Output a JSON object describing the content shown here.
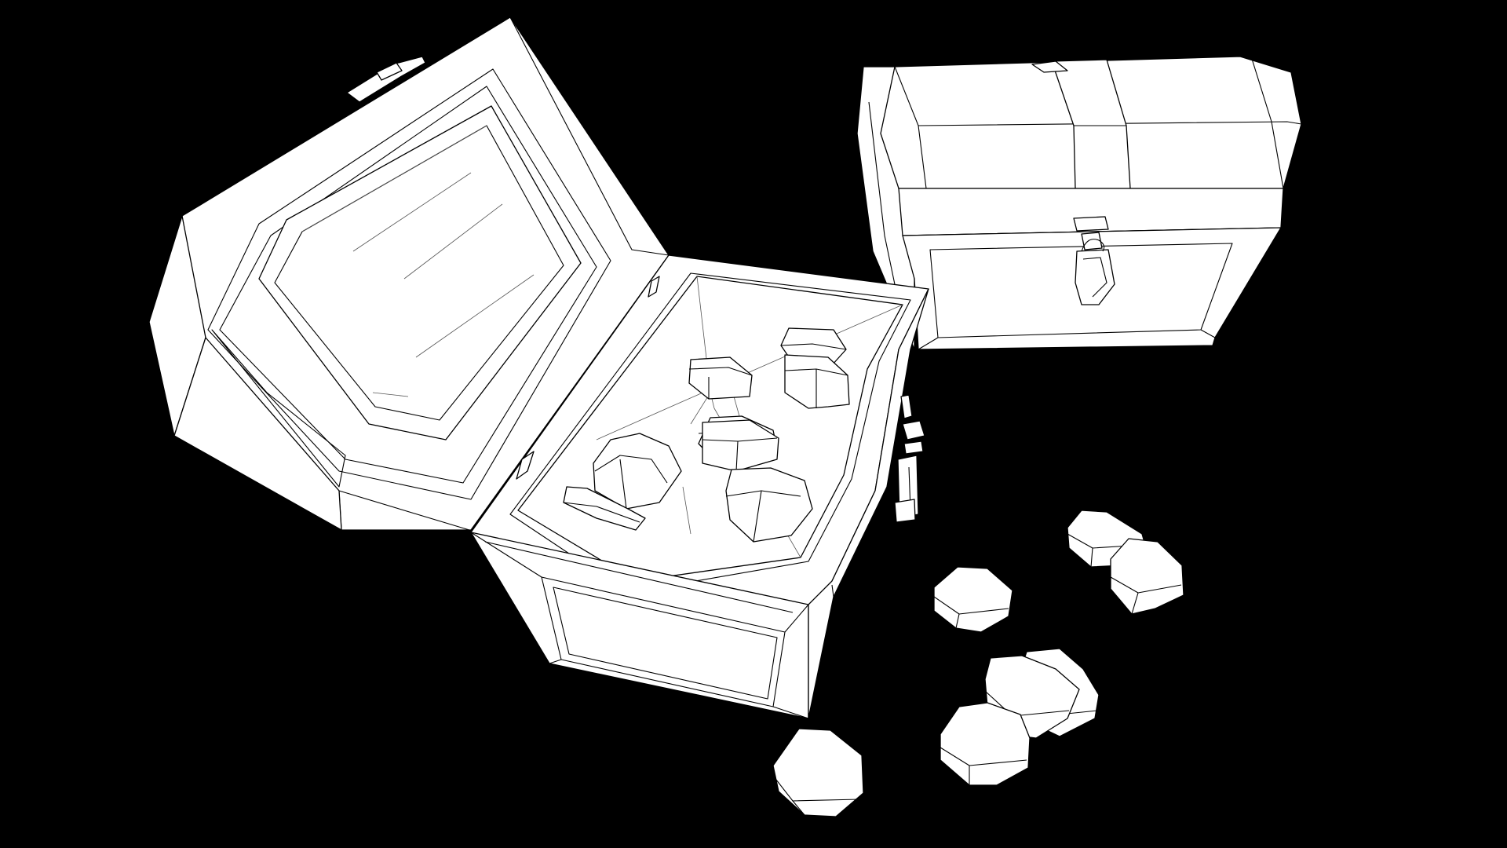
{
  "scene": {
    "background": "#000000",
    "line_color": "#000000",
    "fill_color": "#ffffff",
    "objects": [
      {
        "name": "open-treasure-chest",
        "lid": "open",
        "contents": "coins"
      },
      {
        "name": "closed-treasure-chest",
        "lid": "closed",
        "latch": "padlock"
      },
      {
        "name": "scattered-coins",
        "count": 7
      }
    ]
  }
}
